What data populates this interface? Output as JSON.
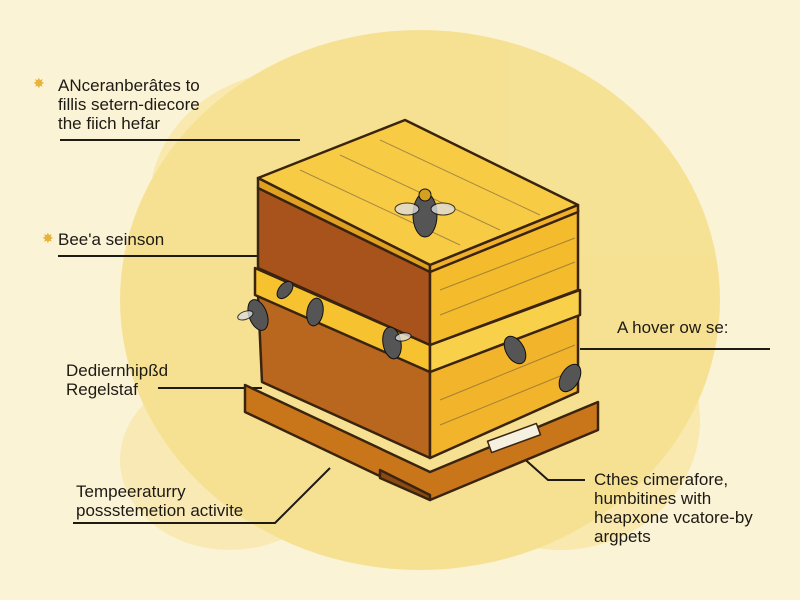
{
  "labels": {
    "top_left": "ANceranberâtes to\nfillis setern-diecore\nthe fiich hefar",
    "bees_season": "Bee'a seinson",
    "deder": "Dediernhipßd\nRegelstaf",
    "temperature": "Tempeeraturry\npossstemetion activite",
    "hover": "A hover ow se:",
    "bottom_right": "Cthes cimerafore,\nhumbitines with\nheapxone vcatore-by\nargpets"
  },
  "colors": {
    "background": "#fbf3d6",
    "honeycomb": "#f3d35e",
    "wood_light": "#f6c230",
    "wood_dark": "#c9761a",
    "comb_brown": "#a9531c",
    "outline": "#3a2410"
  }
}
